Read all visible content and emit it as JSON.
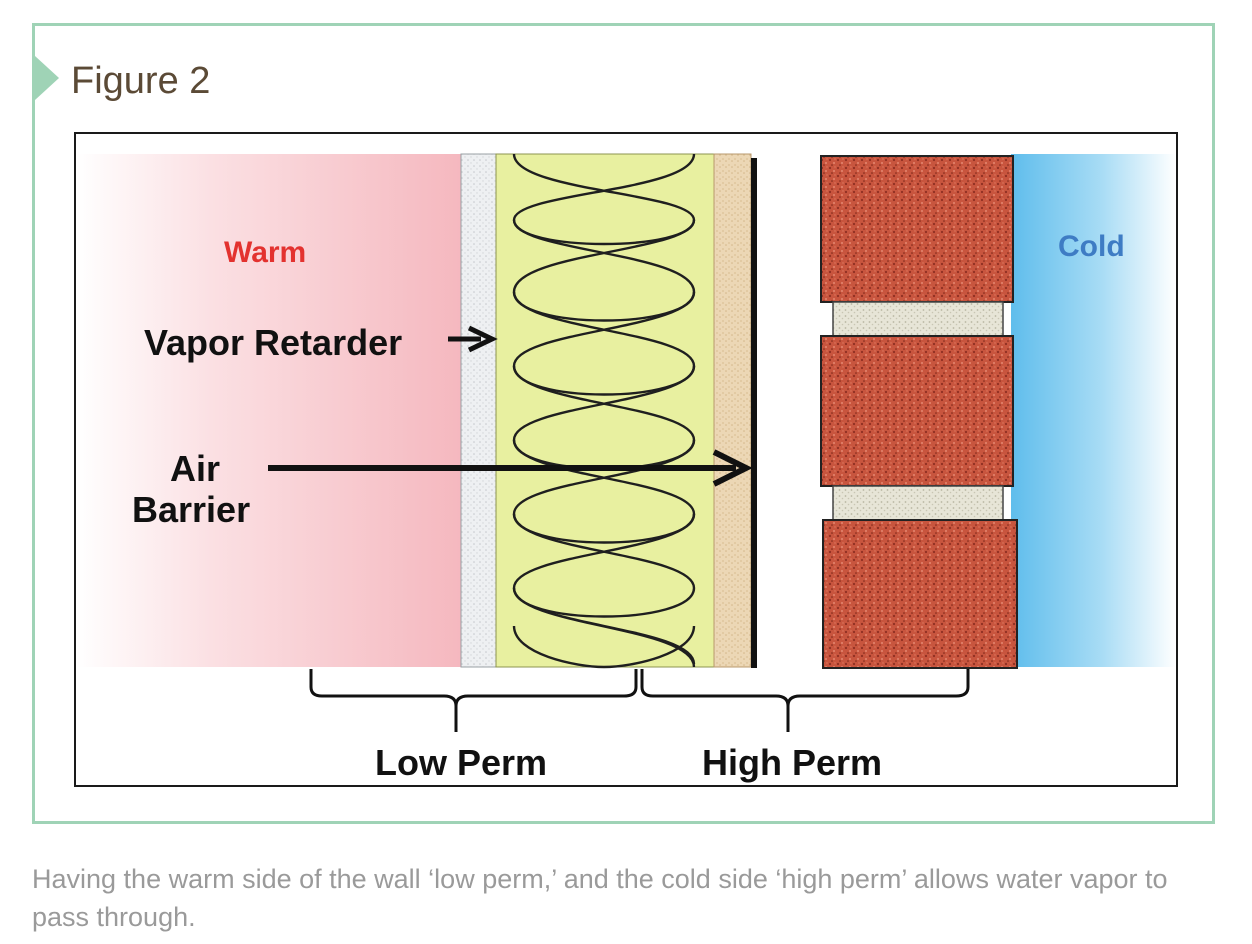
{
  "figure": {
    "title": "Figure 2",
    "accent_color": "#9fd3b6",
    "title_color": "#5b4a36"
  },
  "diagram": {
    "labels": {
      "warm": "Warm",
      "cold": "Cold",
      "vapor_retarder": "Vapor Retarder",
      "air_barrier_line1": "Air",
      "air_barrier_line2": "Barrier",
      "low_perm": "Low Perm",
      "high_perm": "High Perm"
    },
    "colors": {
      "warm": "#e3322f",
      "cold": "#3e7cc4",
      "warm_zone": "#f5b8bf",
      "cold_zone": "#6cc4ee",
      "insulation": "#e8f0a0",
      "brick": "#c8553e",
      "mortar": "#e6e4d6",
      "sheathing": "#ecd7b5"
    }
  },
  "caption": "Having the warm side of the wall ‘low perm,’ and the cold side ‘high perm’ allows water vapor to pass through."
}
